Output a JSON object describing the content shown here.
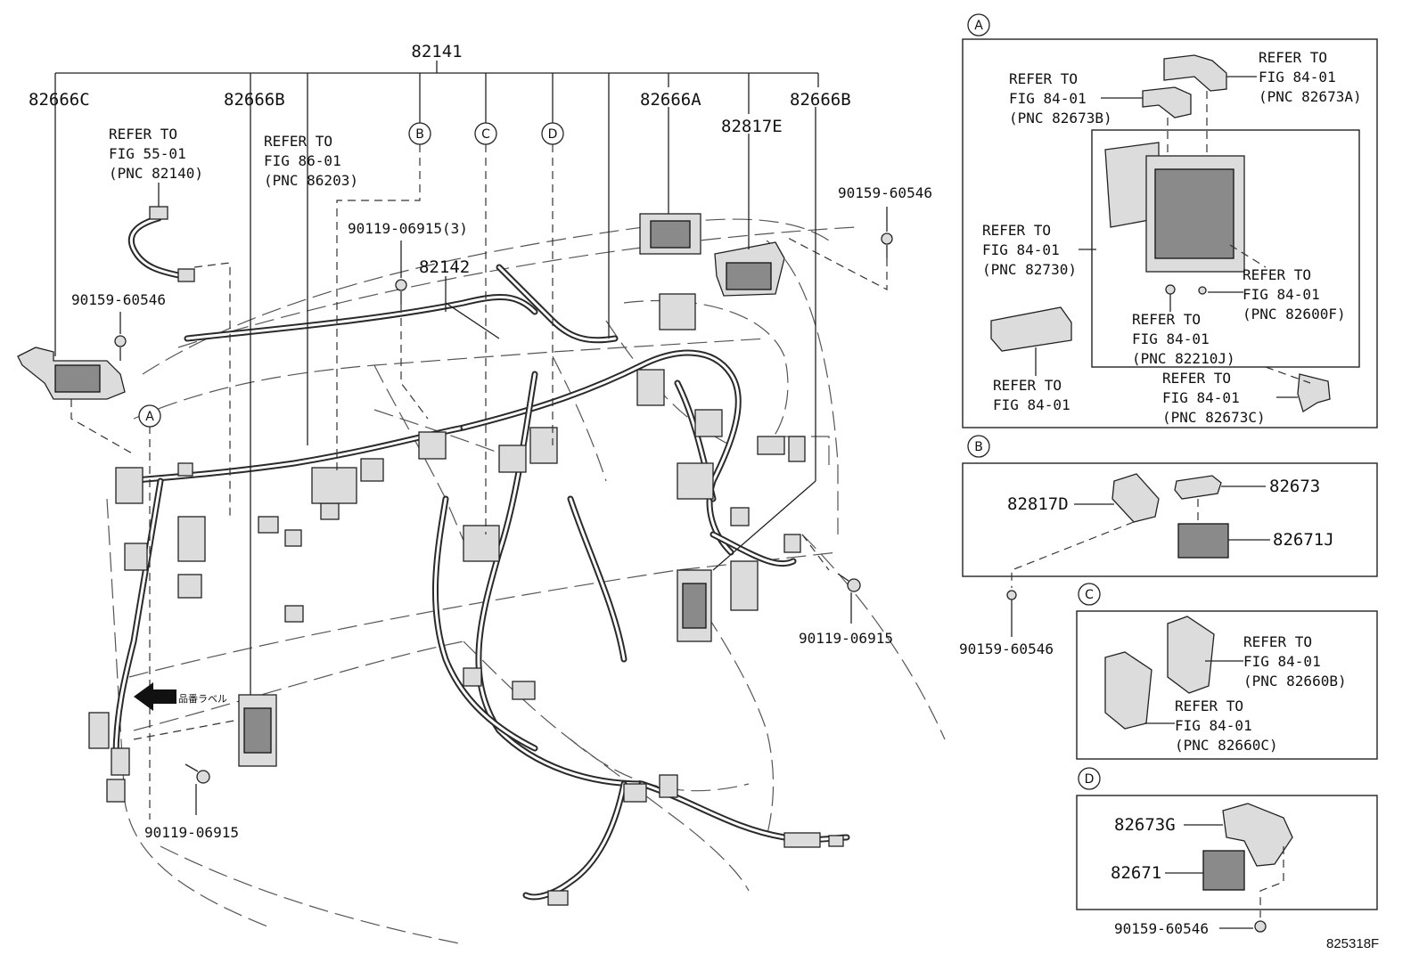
{
  "labels": {
    "main_harness": "82141",
    "sub_harness": "82142",
    "relay_block_left": "82666C",
    "relay_block_b_left": "82666B",
    "relay_block_a": "82666A",
    "relay_block_b_right": "82666B",
    "bracket_e": "82817E",
    "bolt_top_right": "90159-60546",
    "bolt_left": "90159-60546",
    "bolt_center": "90119-06915(3)",
    "bolt_lower_left": "90119-06915",
    "bolt_lower_right": "90119-06915",
    "jp_label": "品番ラベル",
    "drawing_number": "825318F"
  },
  "refs": {
    "fig55": [
      "REFER TO",
      "FIG 55-01",
      "(PNC 82140)"
    ],
    "fig86": [
      "REFER TO",
      "FIG 86-01",
      "(PNC 86203)"
    ]
  },
  "callouts": [
    "A",
    "B",
    "C",
    "D"
  ],
  "detail_a": {
    "id": "A",
    "ref_82673a": [
      "REFER TO",
      "FIG 84-01",
      "(PNC 82673A)"
    ],
    "ref_82673b": [
      "REFER TO",
      "FIG 84-01",
      "(PNC 82673B)"
    ],
    "ref_82730": [
      "REFER TO",
      "FIG 84-01",
      "(PNC 82730)"
    ],
    "ref_82600f": [
      "REFER TO",
      "FIG 84-01",
      "(PNC 82600F)"
    ],
    "ref_82210j": [
      "REFER TO",
      "FIG 84-01",
      "(PNC 82210J)"
    ],
    "ref_plain": [
      "REFER TO",
      "FIG 84-01"
    ],
    "ref_82673c": [
      "REFER TO",
      "FIG 84-01",
      "(PNC 82673C)"
    ]
  },
  "detail_b": {
    "id": "B",
    "bracket": "82817D",
    "cover": "82673",
    "switch": "82671J",
    "bolt": "90159-60546"
  },
  "detail_c": {
    "id": "C",
    "ref_82660b": [
      "REFER TO",
      "FIG 84-01",
      "(PNC 82660B)"
    ],
    "ref_82660c": [
      "REFER TO",
      "FIG 84-01",
      "(PNC 82660C)"
    ]
  },
  "detail_d": {
    "id": "D",
    "cover": "82673G",
    "switch": "82671",
    "bolt": "90159-60546"
  }
}
